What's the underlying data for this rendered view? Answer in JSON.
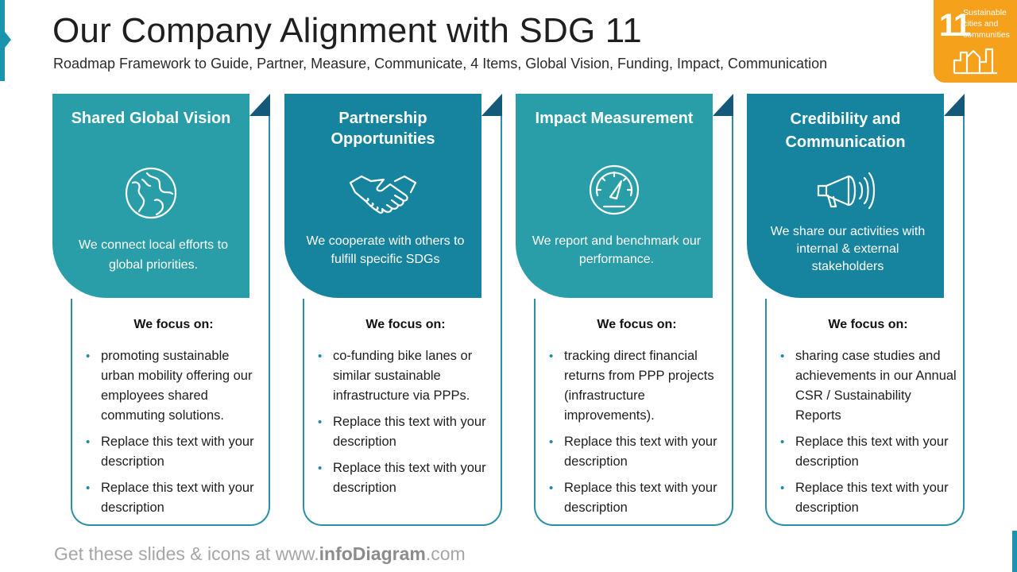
{
  "slide": {
    "title": "Our Company Alignment with SDG 11",
    "subtitle": "Roadmap Framework to Guide, Partner, Measure, Communicate, 4 Items, Global Vision, Funding, Impact, Communication"
  },
  "badge": {
    "number": "11",
    "line1": "Sustainable",
    "line2": "cities and",
    "line3": "communities",
    "color": "#f5a11c",
    "icon": "city-buildings-icon"
  },
  "cards": [
    {
      "title": "Shared Global Vision",
      "icon": "globe-icon",
      "description": "We connect local efforts to global priorities.",
      "focus_title": "We focus on:",
      "bullets": [
        "promoting sustainable urban mobility offering our employees shared commuting solutions.",
        "Replace this text with your description",
        "Replace this text with your description"
      ]
    },
    {
      "title": "Partnership Opportunities",
      "icon": "handshake-icon",
      "description": "We cooperate with others to fulfill specific SDGs",
      "focus_title": "We focus on:",
      "bullets": [
        "co-funding bike lanes or similar sustainable infrastructure via PPPs.",
        "Replace this text with your description",
        "Replace this text with your description"
      ]
    },
    {
      "title": "Impact Measurement",
      "icon": "gauge-icon",
      "description": "We report and benchmark our performance.",
      "focus_title": "We focus on:",
      "bullets": [
        "tracking direct financial returns from PPP projects (infrastructure improvements).",
        "Replace this text with your description",
        "Replace this text with your description"
      ]
    },
    {
      "title": "Credibility and Communication",
      "icon": "megaphone-icon",
      "description": "We share our activities with internal & external stakeholders",
      "focus_title": "We focus on:",
      "bullets": [
        "sharing case studies and achievements in our Annual CSR / Sustainability Reports",
        "Replace this text with your description",
        "Replace this text with your description"
      ]
    }
  ],
  "footer": {
    "prefix": "Get these slides & icons at www.",
    "brand": "infoDiagram",
    "suffix": ".com"
  },
  "colors": {
    "teal": "#2a9ea8",
    "blue": "#16849f",
    "outline": "#2b8fa7",
    "fold": "#14587a"
  }
}
